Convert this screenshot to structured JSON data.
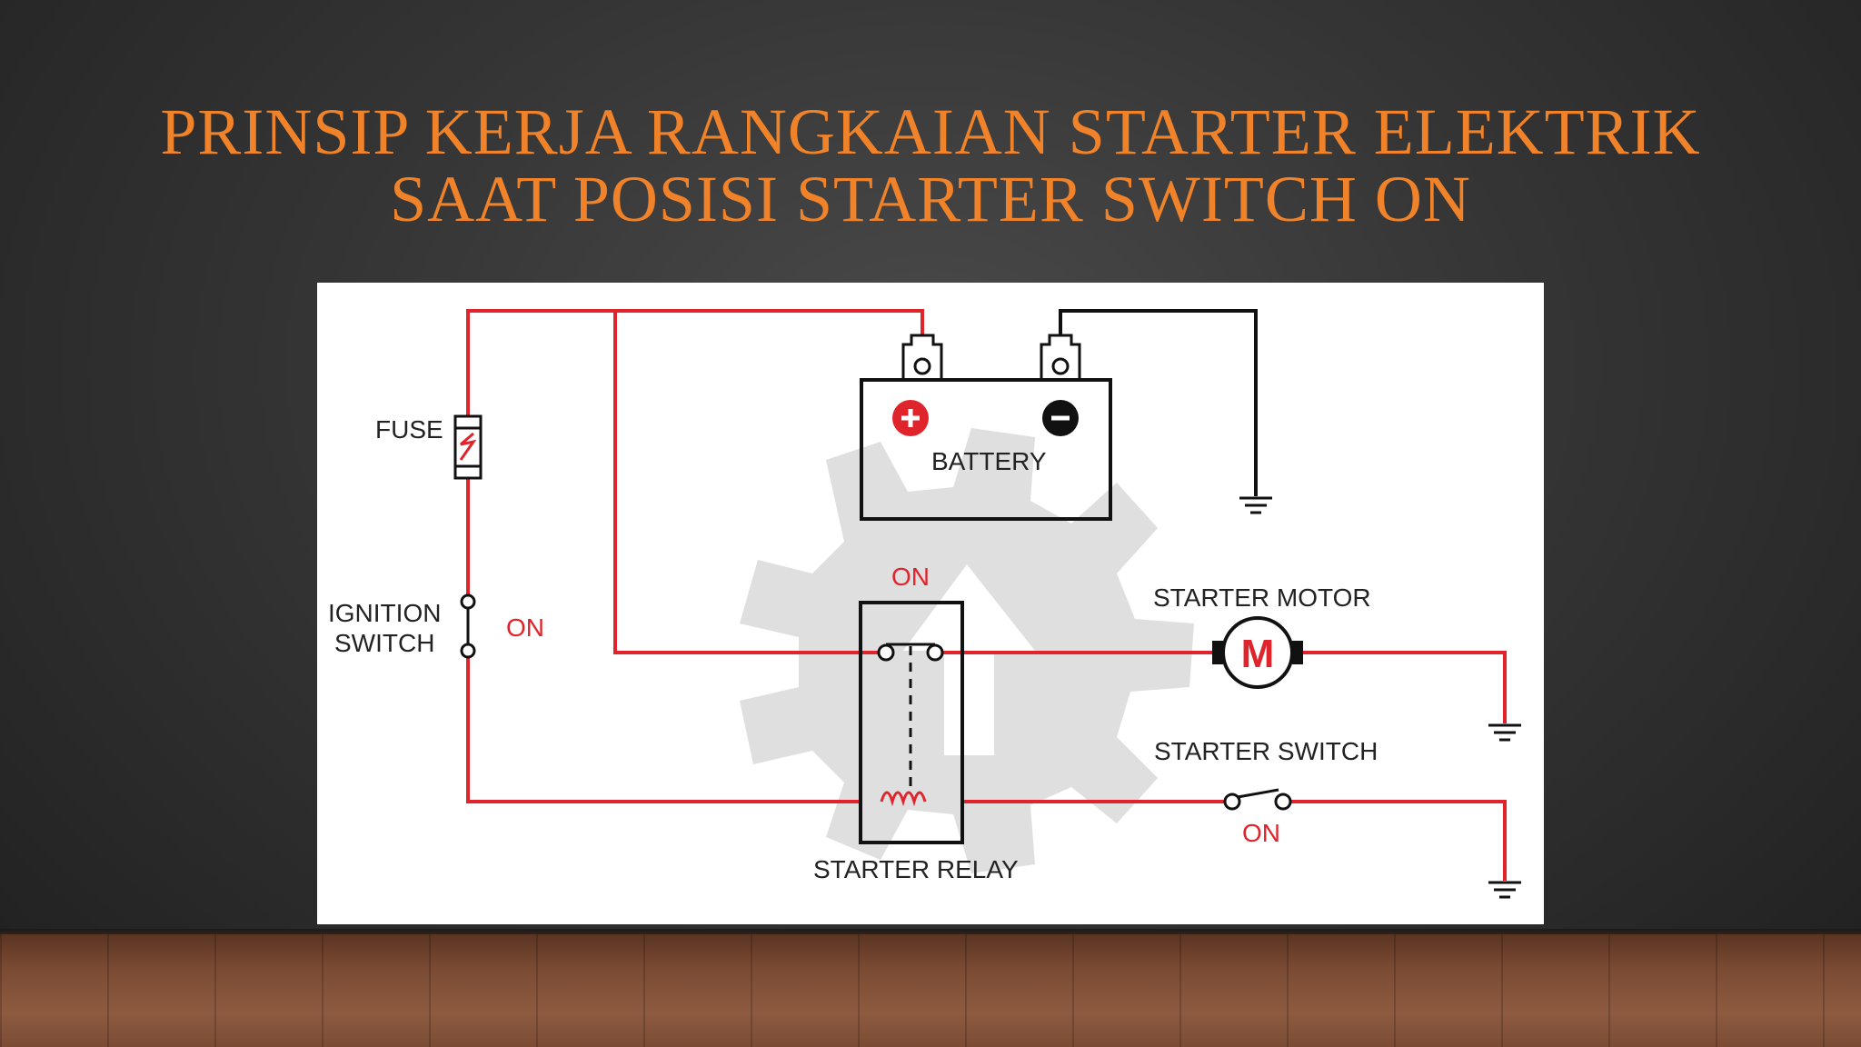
{
  "slide": {
    "title": "PRINSIP KERJA RANGKAIAN STARTER ELEKTRIK SAAT POSISI STARTER SWITCH ON"
  },
  "diagram": {
    "labels": {
      "fuse": "FUSE",
      "ignition_line1": "IGNITION",
      "ignition_line2": "SWITCH",
      "ignition_state": "ON",
      "battery": "BATTERY",
      "relay_state": "ON",
      "starter_motor": "STARTER MOTOR",
      "motor_symbol": "M",
      "starter_switch": "STARTER SWITCH",
      "switch_state": "ON",
      "starter_relay": "STARTER RELAY"
    },
    "colors": {
      "active_wire": "#e0242c",
      "ground_wire": "#111111",
      "watermark": "#d9d9d9"
    }
  }
}
